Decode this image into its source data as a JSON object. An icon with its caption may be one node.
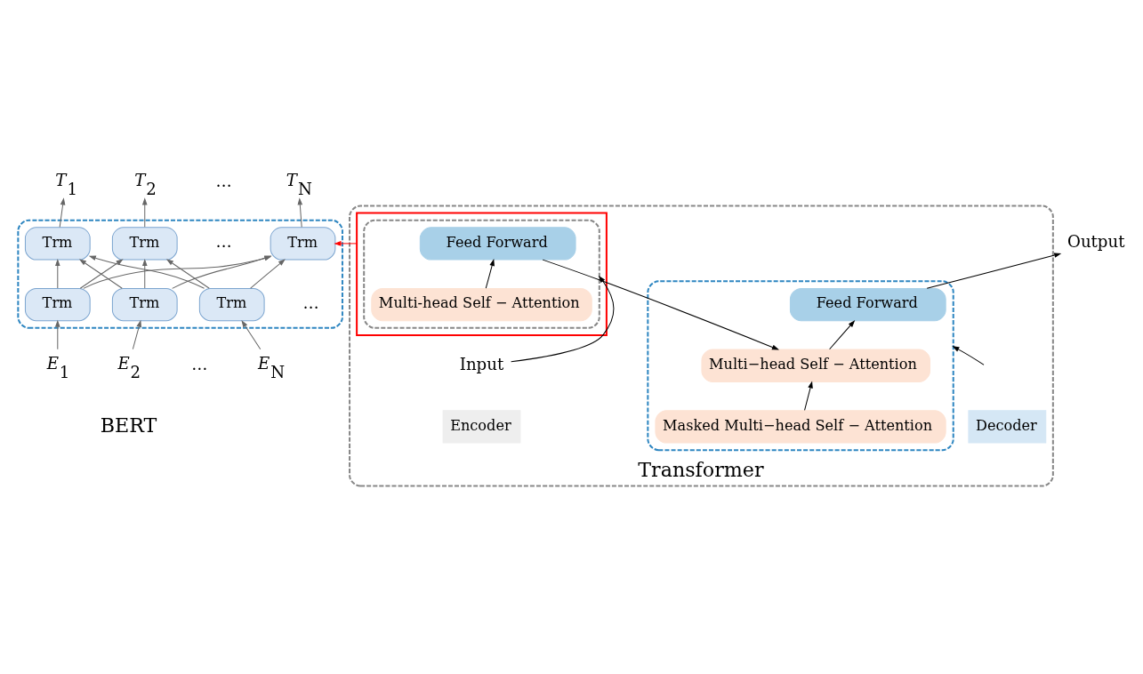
{
  "diagram": {
    "nodes": [
      {
        "text": [
          "*T*$_{1}$"
        ]
      },
      {
        "text": [
          "*T*$_{2}$"
        ]
      },
      {
        "text": [
          "*T*$_{N}$"
        ]
      },
      {
        "text": [],
        "shape": "box"
      },
      {
        "text": [
          "Trm"
        ],
        "in": 3
      },
      {
        "text": [
          "Trm"
        ],
        "in": 3
      },
      {
        "text": [
          "Trm"
        ],
        "in": 3
      },
      {
        "text": [
          "Trm"
        ],
        "in": 3
      },
      {
        "text": [
          "Trm"
        ],
        "in": 3
      },
      {
        "text": [
          "Trm"
        ],
        "in": 3
      },
      {
        "text": [
          "*E*$_{1}$"
        ]
      },
      {
        "text": [
          "*E*$_{2}$"
        ]
      },
      {
        "text": [
          "*E*$_{N}$"
        ]
      },
      {
        "text": [
          "Transformer"
        ]
      },
      {
        "text": [
          "Output"
        ]
      },
      {
        "text": [],
        "shape": "box",
        "in": 13
      },
      {
        "text": [],
        "shape": "box",
        "in": 15
      },
      {
        "text": [
          "Feed Forward"
        ],
        "in": 16
      },
      {
        "text": [
          "Multi-head Self − Attention"
        ],
        "in": 16
      },
      {
        "text": [
          "Input"
        ],
        "in": 13
      },
      {
        "text": [
          "Encoder"
        ],
        "in": 13
      },
      {
        "text": [],
        "shape": "box",
        "in": 13
      },
      {
        "text": [
          "Feed Forward"
        ],
        "in": 21
      },
      {
        "text": [
          "Multi−head Self − Attention"
        ],
        "in": 21
      },
      {
        "text": [
          "Masked Multi−head Self − Attention"
        ],
        "in": 21
      },
      {
        "text": [
          "Decoder"
        ],
        "in": 13
      }
    ],
    "edges": [
      {
        "from": 4,
        "to": 0,
        "arrow": "to"
      },
      {
        "from": 5,
        "to": 1,
        "arrow": "to"
      },
      {
        "from": 6,
        "to": 2,
        "arrow": "to"
      },
      {
        "from": 7,
        "to": 4,
        "arrow": "to"
      },
      {
        "from": 7,
        "to": 5,
        "arrow": "to"
      },
      {
        "from": 7,
        "to": 6,
        "arrow": "to"
      },
      {
        "from": 8,
        "to": 4,
        "arrow": "to"
      },
      {
        "from": 8,
        "to": 5,
        "arrow": "to"
      },
      {
        "from": 8,
        "to": 6,
        "arrow": "to"
      },
      {
        "from": 9,
        "to": 4,
        "arrow": "to"
      },
      {
        "from": 9,
        "to": 5,
        "arrow": "to"
      },
      {
        "from": 9,
        "to": 6,
        "arrow": "to"
      },
      {
        "from": 10,
        "to": 7,
        "arrow": "to"
      },
      {
        "from": 11,
        "to": 8,
        "arrow": "to"
      },
      {
        "from": 12,
        "to": 9,
        "arrow": "to"
      },
      {
        "from": 15,
        "to": 6,
        "arrow": "to",
        "color": "#ff0000"
      },
      {
        "from": 19,
        "to": 16,
        "arrow": "to",
        "color": "#000000"
      },
      {
        "from": 18,
        "to": 17,
        "arrow": "to",
        "color": "#000000"
      },
      {
        "from": 17,
        "to": 23,
        "arrow": "to",
        "color": "#000000"
      },
      {
        "from": null,
        "to": 21,
        "arrow": "to",
        "color": "#000000"
      },
      {
        "from": 24,
        "to": 23,
        "arrow": "to",
        "color": "#000000"
      },
      {
        "from": 23,
        "to": 22,
        "arrow": "to",
        "color": "#000000"
      },
      {
        "from": 22,
        "to": 14,
        "arrow": "to",
        "color": "#000000"
      }
    ],
    "labels": [
      "…",
      "…",
      "…",
      "…",
      "BERT"
    ]
  }
}
